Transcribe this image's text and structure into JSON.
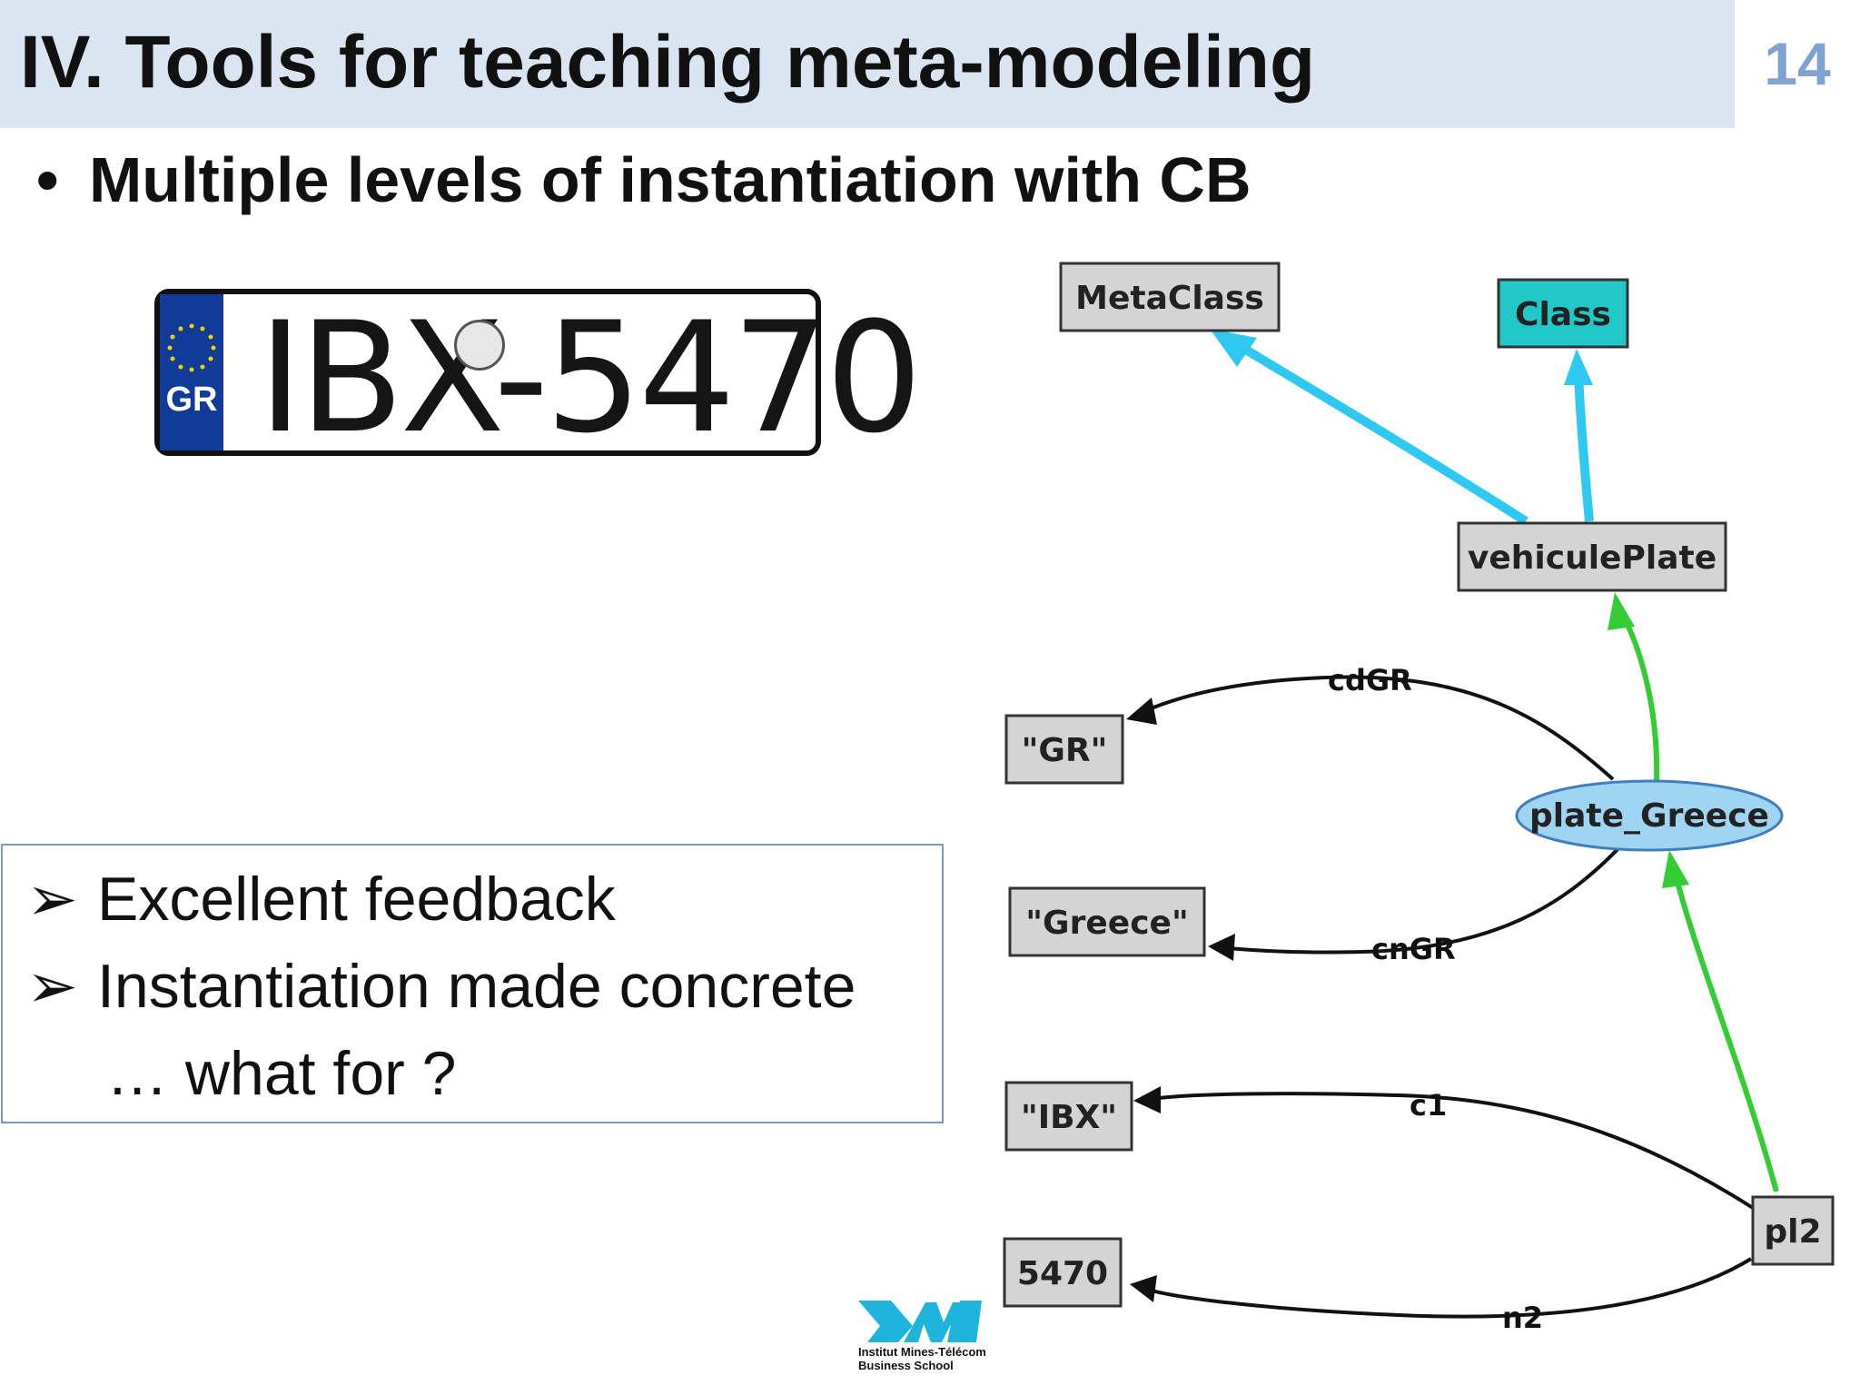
{
  "header": {
    "title": "IV. Tools for teaching meta-modeling",
    "page_number": "14"
  },
  "bullet": "Multiple levels of instantiation with CB",
  "plate": {
    "country_code": "GR",
    "text": "IBX-5470"
  },
  "callout": {
    "items": [
      "Excellent feedback",
      "Instantiation made concrete"
    ],
    "followup": "… what for ?"
  },
  "diagram": {
    "nodes": {
      "metaclass": "MetaClass",
      "class": "Class",
      "vehiculeplate": "vehiculePlate",
      "gr": "\"GR\"",
      "plate_greece": "plate_Greece",
      "greece": "\"Greece\"",
      "ibx": "\"IBX\"",
      "pl2": "pl2",
      "n5470": "5470"
    },
    "edges": {
      "cdgr": "cdGR",
      "cngr": "cnGR",
      "c1": "c1",
      "n2": "n2"
    },
    "colors": {
      "class_edge": "#2ec8f0",
      "instance_edge": "#33cc33",
      "attribute_edge": "#111111",
      "class_node": "#22c8c8",
      "object_node": "#9fd4f2",
      "box_node": "#d4d4d4"
    }
  },
  "logo": {
    "line1": "Institut Mines-Télécom",
    "line2": "Business School"
  }
}
